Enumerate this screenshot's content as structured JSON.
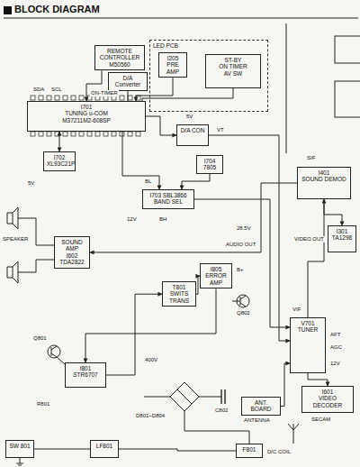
{
  "diagram": {
    "title": "BLOCK DIAGRAM",
    "nodes": [
      {
        "text": [
          "REMOTE CONTROLLER M50560"
        ]
      },
      {
        "text": [
          "LED PCB"
        ]
      },
      {
        "text": [
          "I205",
          "PRE AMP"
        ],
        "in": 1
      },
      {
        "text": [
          "ST-BY",
          "ON TIMER",
          "AV SW"
        ],
        "in": 1
      },
      {
        "text": [
          "D/A Converter"
        ]
      },
      {
        "text": [
          "I701",
          "TUNING u-COM",
          "M37211M2-608SP"
        ]
      },
      {
        "text": [
          "D/A CON"
        ]
      },
      {
        "text": [
          "I702",
          "XL93C21P"
        ]
      },
      {
        "text": [
          "I704",
          "7805"
        ]
      },
      {
        "text": [
          "I703 SBL3866",
          "BAND SEL"
        ]
      },
      {
        "text": [
          "SOUND AMP",
          "I602",
          "TDA2822"
        ]
      },
      {
        "text": [
          "I805",
          "ERROR AMP"
        ]
      },
      {
        "text": [
          "T801",
          "SWITS TRANS"
        ]
      },
      {
        "text": [
          "I801",
          "STR6707"
        ]
      },
      {
        "text": [
          "V701",
          "TUNER"
        ]
      },
      {
        "text": [
          "ANT. BOARD"
        ]
      },
      {
        "text": [
          "I401",
          "SOUND DEMOD"
        ]
      },
      {
        "text": [
          "I301",
          "TA1298"
        ]
      },
      {
        "text": [
          "I601",
          "VIDEO DECODER"
        ]
      },
      {
        "text": [
          "SW 801"
        ]
      },
      {
        "text": [
          "LF801"
        ]
      },
      {
        "text": [
          "F801"
        ]
      }
    ],
    "edges": [
      {
        "from": 0,
        "to": 5,
        "arrow": "to"
      },
      {
        "from": 2,
        "to": 5,
        "arrow": "to"
      },
      {
        "from": 4,
        "to": 5,
        "arrow": "none"
      },
      {
        "from": 3,
        "to": 5,
        "arrow": "none"
      },
      {
        "from": 5,
        "to": 6,
        "arrow": "to"
      },
      {
        "from": 5,
        "to": 7,
        "arrow": "both"
      },
      {
        "from": 5,
        "to": 9,
        "arrow": "to"
      },
      {
        "from": 9,
        "to": 14,
        "arrow": "to"
      },
      {
        "from": 6,
        "to": 14,
        "arrow": "to"
      },
      {
        "from": 14,
        "to": 16,
        "arrow": "to"
      },
      {
        "from": 16,
        "to": 10,
        "arrow": "to"
      },
      {
        "from": 12,
        "to": 11,
        "arrow": "to"
      },
      {
        "from": 11,
        "to": 13,
        "arrow": "to"
      },
      {
        "from": 13,
        "to": 12,
        "arrow": "to"
      },
      {
        "from": 15,
        "to": 14,
        "arrow": "to"
      },
      {
        "from": 19,
        "to": 20,
        "arrow": "none"
      },
      {
        "from": 20,
        "to": 21,
        "arrow": "none"
      },
      {
        "from": 14,
        "to": 18,
        "arrow": "to"
      },
      {
        "from": 16,
        "to": 17,
        "arrow": "to"
      },
      {
        "from": 8,
        "to": 9,
        "arrow": "to"
      }
    ],
    "labels": [
      "SPEAKER",
      "SDA",
      "SCL",
      "ON-TIMER",
      "5V",
      "5V",
      "12V",
      "VT",
      "BL",
      "BH",
      "B+",
      "28.5V",
      "VIF",
      "AFT",
      "AGC",
      "AUDIO OUT",
      "VIDEO OUT",
      "SIF",
      "SECAM",
      "D801~D804",
      "Q801",
      "Q802",
      "400V",
      "C802",
      "12V",
      "ANTENNA",
      "D/C COIL",
      "R801"
    ]
  }
}
